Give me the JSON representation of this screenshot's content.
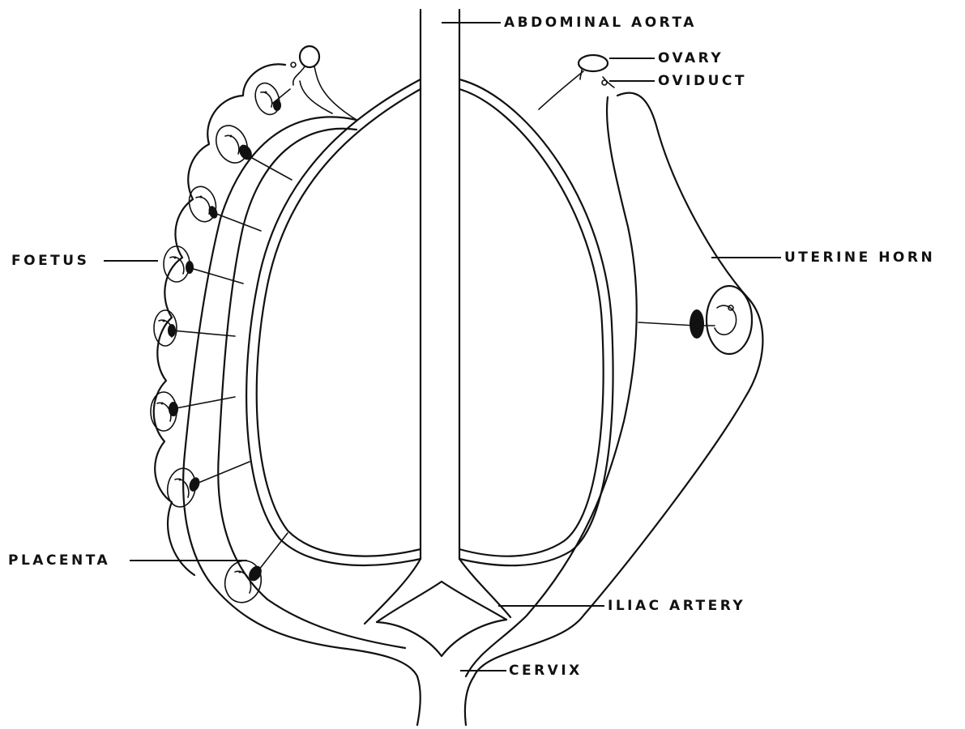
{
  "labels": {
    "abdominal_aorta": "ABDOMINAL AORTA",
    "ovary": "OVARY",
    "oviduct": "OVIDUCT",
    "uterine_horn": "UTERINE HORN",
    "foetus": "FOETUS",
    "placenta": "PLACENTA",
    "iliac_artery": "ILIAC ARTERY",
    "cervix": "CERVIX"
  },
  "counts": {
    "left_horn_foetuses": 8,
    "right_horn_foetuses": 1
  },
  "colors": {
    "line": "#111111",
    "background": "#ffffff"
  }
}
